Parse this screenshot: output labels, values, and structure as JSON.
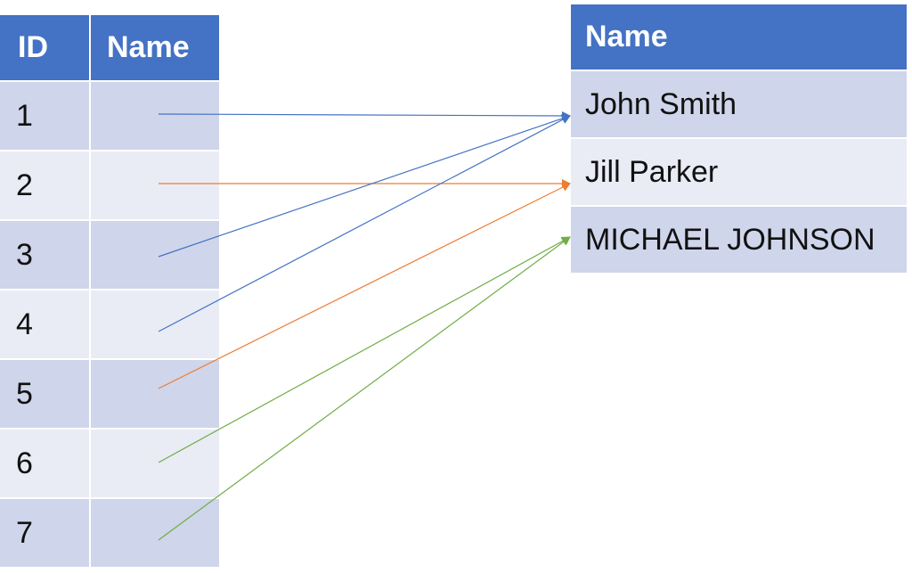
{
  "left_table": {
    "headers": {
      "id": "ID",
      "name": "Name"
    },
    "rows": [
      {
        "id": "1",
        "name": ""
      },
      {
        "id": "2",
        "name": ""
      },
      {
        "id": "3",
        "name": ""
      },
      {
        "id": "4",
        "name": ""
      },
      {
        "id": "5",
        "name": ""
      },
      {
        "id": "6",
        "name": ""
      },
      {
        "id": "7",
        "name": ""
      }
    ]
  },
  "right_table": {
    "header": "Name",
    "rows": [
      "John Smith",
      "Jill Parker",
      "MICHAEL JOHNSON"
    ]
  },
  "mappings": [
    {
      "from_id": "1",
      "to": "John Smith",
      "color": "#4472c4"
    },
    {
      "from_id": "2",
      "to": "Jill Parker",
      "color": "#ed7d31"
    },
    {
      "from_id": "3",
      "to": "John Smith",
      "color": "#4472c4"
    },
    {
      "from_id": "4",
      "to": "John Smith",
      "color": "#4472c4"
    },
    {
      "from_id": "5",
      "to": "Jill Parker",
      "color": "#ed7d31"
    },
    {
      "from_id": "6",
      "to": "MICHAEL JOHNSON",
      "color": "#70ad47"
    },
    {
      "from_id": "7",
      "to": "MICHAEL JOHNSON",
      "color": "#70ad47"
    }
  ]
}
